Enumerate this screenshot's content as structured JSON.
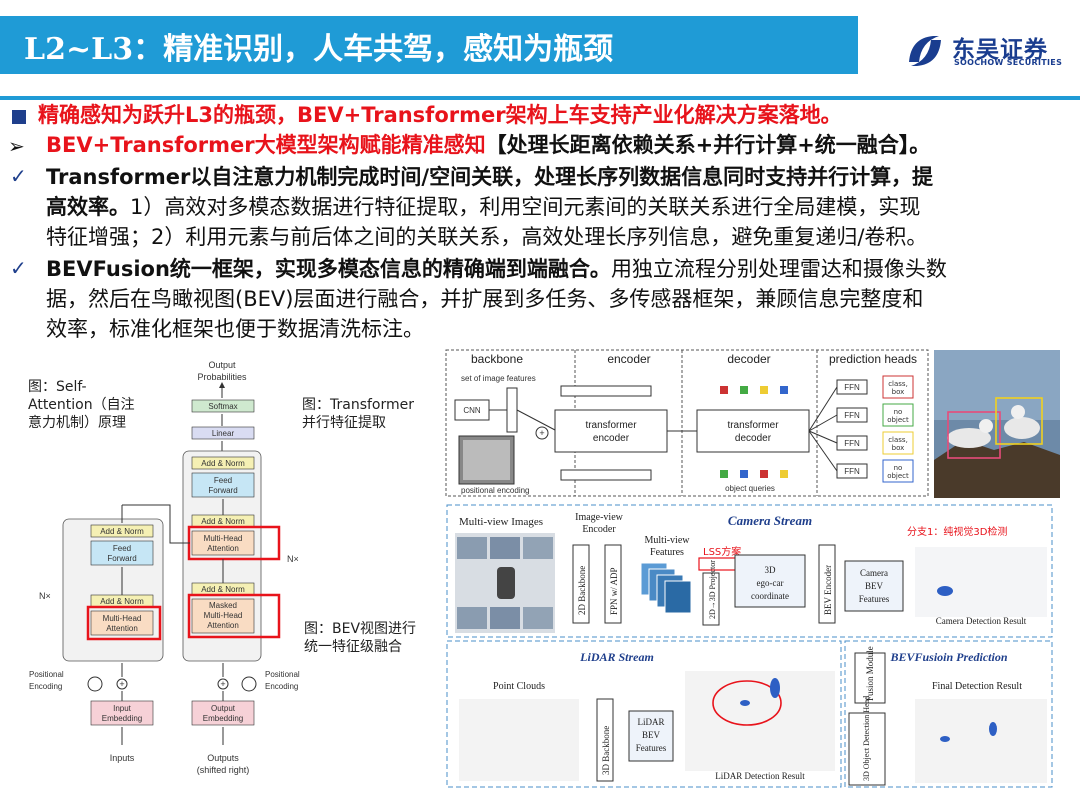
{
  "header": {
    "title": "L2~L3：精准识别，人车共驾，感知为瓶颈",
    "logo_cn": "东吴证券",
    "logo_en": "SOOCHOW SECURITIES"
  },
  "body": {
    "line1": "精确感知为跃升L3的瓶颈，BEV+Transformer架构上车支持产业化解决方案落地。",
    "line2_red": "BEV+Transformer大模型架构赋能精准感知",
    "line2_dark": "【处理长距离依赖关系+并行计算+统一融合】。",
    "line3": "Transformer以自注意力机制完成时间/空间关联，处理长序列数据信息同时支持并行计算，提",
    "line4_bold": "高效率。",
    "line4_normal": "1）高效对多模态数据进行特征提取，利用空间元素间的关联关系进行全局建模，实现",
    "line5": "特征增强；2）利用元素与前后体之间的关联关系，高效处理长序列信息，避免重复递归/卷积。",
    "line6_bold": "BEVFusion统一框架，实现多模态信息的精确端到端融合。",
    "line6_normal": "用独立流程分别处理雷达和摄像头数",
    "line7": "据，然后在鸟瞰视图(BEV)层面进行融合，并扩展到多任务、多传感器框架，兼顾信息完整度和",
    "line8": "效率，标准化框架也便于数据清洗标注。"
  },
  "captions": {
    "self_attention": [
      "图：Self-",
      "Attention（自注",
      "意力机制）原理"
    ],
    "transformer": [
      "图：Transformer",
      "并行特征提取"
    ],
    "bev": [
      "图：BEV视图进行",
      "统一特征级融合"
    ]
  },
  "transformer_arch": {
    "output_probs": [
      "Output",
      "Probabilities"
    ],
    "softmax": "Softmax",
    "linear": "Linear",
    "add_norm": "Add & Norm",
    "feed_forward": [
      "Feed",
      "Forward"
    ],
    "multi_head": [
      "Multi-Head",
      "Attention"
    ],
    "masked_multi_head": [
      "Masked",
      "Multi-Head",
      "Attention"
    ],
    "nx": "N×",
    "positional_encoding": [
      "Positional",
      "Encoding"
    ],
    "input_embedding": [
      "Input",
      "Embedding"
    ],
    "output_embedding": [
      "Output",
      "Embedding"
    ],
    "inputs": "Inputs",
    "outputs": [
      "Outputs",
      "(shifted right)"
    ]
  },
  "detr": {
    "backbone": "backbone",
    "encoder": "encoder",
    "decoder": "decoder",
    "prediction_heads": "prediction heads",
    "set_of_features": "set of image features",
    "cnn": "CNN",
    "transformer_encoder": [
      "transformer",
      "encoder"
    ],
    "transformer_decoder": [
      "transformer",
      "decoder"
    ],
    "positional_encoding": "positional encoding",
    "object_queries": "object queries",
    "ffn": "FFN",
    "outputs": [
      [
        "class,",
        "box"
      ],
      [
        "no",
        "object"
      ],
      [
        "class,",
        "box"
      ],
      [
        "no",
        "object"
      ]
    ]
  },
  "bevfusion": {
    "multi_view_images": "Multi-view Images",
    "image_view_encoder": [
      "Image-view",
      "Encoder"
    ],
    "camera_stream": "Camera Stream",
    "branch1": "分支1：纯视觉3D检测",
    "backbone_2d": "2D Backbone",
    "fpn": "FPN w/ ADP",
    "multi_view_features": [
      "Multi-view",
      "Features"
    ],
    "lss": "LSS方案",
    "projector": "2D→3D Projector",
    "ego_car": [
      "3D",
      "ego-car",
      "coordinate"
    ],
    "bev_encoder": "BEV Encoder",
    "camera_bev": [
      "Camera",
      "BEV",
      "Features"
    ],
    "camera_result": "Camera Detection Result",
    "lidar_stream": "LiDAR Stream",
    "point_clouds": "Point Clouds",
    "backbone_3d": "3D Backbone",
    "lidar_bev": [
      "LiDAR",
      "BEV",
      "Features"
    ],
    "lidar_result": "LiDAR Detection Result",
    "bevfusion_prediction": "BEVFusioin Prediction",
    "fusion_module": "Fusion Module",
    "final_result": "Final Detection Result",
    "detection_head": "3D Object Detection Head"
  },
  "colors": {
    "title_bg": "#1f9bd6",
    "accent_red": "#e8131b",
    "navy": "#1f3f8c"
  }
}
